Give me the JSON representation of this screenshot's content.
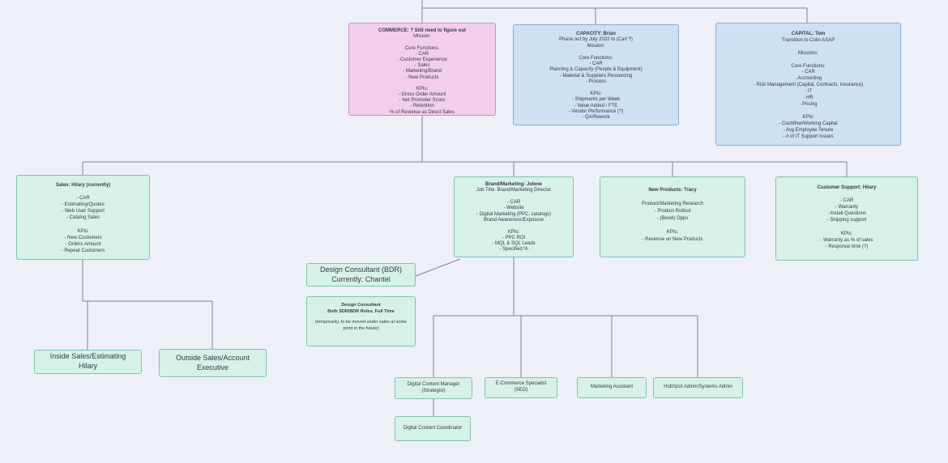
{
  "diagram": {
    "background": "#edf0f7",
    "colors": {
      "pink_fill": "#f3cdee",
      "pink_border": "#cf8fcb",
      "blue_fill": "#cde0f4",
      "blue_border": "#86add5",
      "teal_fill": "#d6f1e8",
      "teal_border": "#7cc4b1",
      "connector": "#7e8490",
      "text": "#333a45"
    }
  },
  "boxes": {
    "commerce": {
      "title": "COMMERCE: ? Still need to figure out",
      "lines": [
        "Mission:",
        "",
        "Core Functions:",
        "- CAR",
        "- Customer Experience",
        "- Sales",
        "- Marketing/Brand",
        "- New Products",
        "",
        "KPIs:",
        "- Gross Order Amount",
        "- Net Promoter Score",
        "- Retention",
        "% of Revenue as Direct Sales"
      ]
    },
    "capacity": {
      "title": "CAPACITY: Brian",
      "lines": [
        "Phase out by July 2022 to (Carl ?)",
        "Mission:",
        "",
        "Core Functions:",
        "- CAR",
        "Planning & Capacity (People & Equipment)",
        "- Material & Suppliers Resourcing",
        "- Process",
        "",
        "KPIs:",
        "- Shipments per Week",
        "- Value Added / FTE",
        "- Vendor Performance (?)",
        "- QA/Rework"
      ]
    },
    "capital": {
      "title": "CAPITAL: Tom",
      "lines": [
        "Transition to Colin ASAP",
        "",
        "Missions:",
        "",
        "Core Functions:",
        "- CAR",
        "- Accounting",
        "- Risk Management (Capital, Contracts, Insurance)",
        "- IT",
        "- HR",
        "- Pricing",
        "",
        "KPIs:",
        "- Cashflow/Working Capital",
        "- Avg Employee Tenure",
        "- # of IT Support Issues"
      ]
    },
    "sales": {
      "title": "Sales: Hilary (currently)",
      "lines": [
        "",
        "- CAR",
        "- Estimating/Quotes",
        "- Web User Support",
        "- Catalog Sales",
        "",
        "KPIs:",
        "- New Customers",
        "- Orders Amount",
        "- Repeat Customers"
      ]
    },
    "brand_marketing": {
      "title": "Brand/Marketing: Jolene",
      "lines": [
        "Job Title: Brand/Marketing Director",
        "",
        "- CAR",
        "- Website",
        "- Digital Marketing (PPC, catalogs)",
        "Brand Awareness/Exposure",
        "",
        "KPIs:",
        "- PPC ROI",
        "- MQL & SQL Leads",
        "- Specified %"
      ]
    },
    "new_products": {
      "title": "New Products: Tracy",
      "lines": [
        "",
        "Product/Marketing Research",
        "- Product Rollout",
        "- (Bevel) Opps",
        "",
        "KPIs:",
        "- Revenue on New Products"
      ]
    },
    "customer_support": {
      "title": "Customer Support: Hilary",
      "lines": [
        "",
        "- CAR",
        "- Warranty",
        "- Install Questions",
        "- Shipping support",
        "",
        "KPIs:",
        "- Warranty as % of sales",
        "- Response time (?)"
      ]
    },
    "design_consultant_bdr": {
      "lines": [
        "Design Consultant (BDR)",
        "Currently: Chantel"
      ]
    },
    "design_consultant_note": {
      "head": [
        "Design Consultant",
        "Both SDR/BDR Roles. Full Time"
      ],
      "sub": "(temporarily, to be moved under sales at some point in the future)"
    },
    "inside_sales": {
      "lines": [
        "Inside Sales/Estimating",
        "Hilary"
      ]
    },
    "outside_sales": {
      "lines": [
        "Outside Sales/Account",
        "Executive"
      ]
    },
    "digital_content_manager": {
      "label": "Digital Content Manager (Strategist)"
    },
    "ecommerce_specialist": {
      "label": "E-Commerce Specialist (SEO)"
    },
    "marketing_assistant": {
      "label": "Marketing Assistant"
    },
    "hubspot_admin": {
      "label": "HubSpot Admin/Systems Admin"
    },
    "digital_content_coordinator": {
      "label": "Digital Content Coordinator"
    }
  }
}
